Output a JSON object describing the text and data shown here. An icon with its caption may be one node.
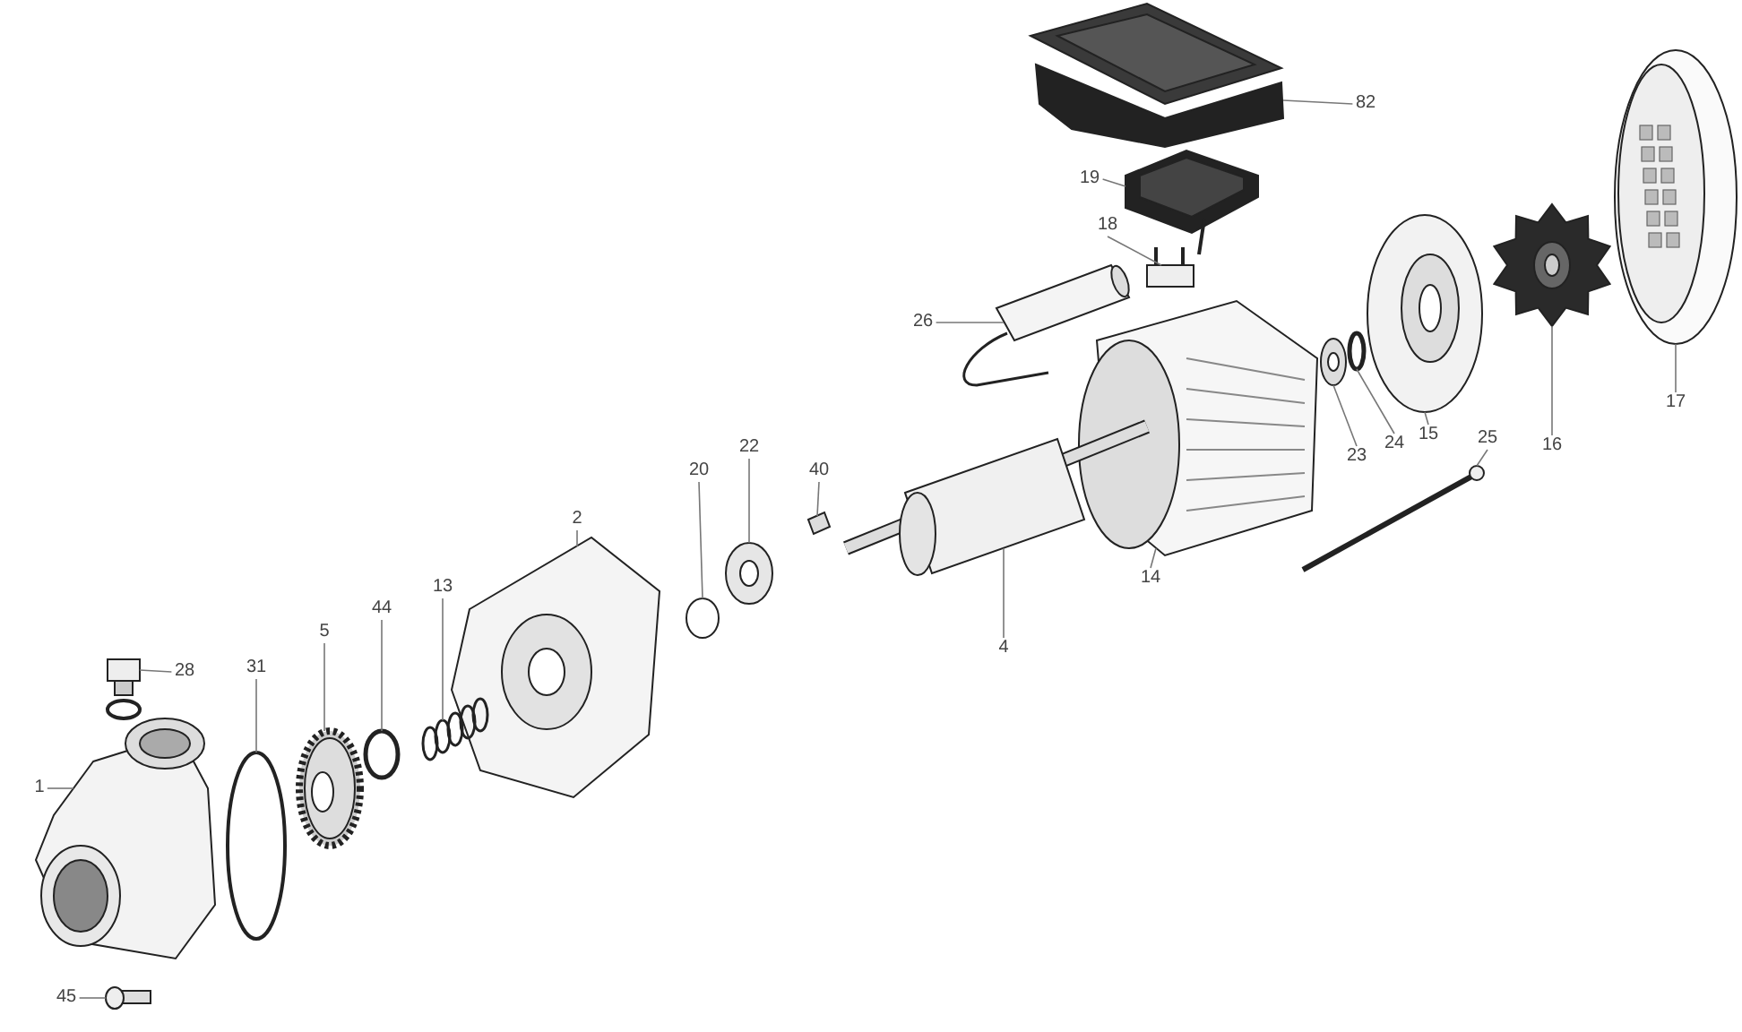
{
  "diagram": {
    "nodes": [
      {
        "text": [
          "82"
        ]
      },
      {
        "text": [],
        "shape": "picture"
      },
      {
        "text": [
          "19"
        ]
      },
      {
        "text": [],
        "shape": "picture"
      },
      {
        "text": [
          "18"
        ]
      },
      {
        "text": [],
        "shape": "picture"
      },
      {
        "text": [
          "26"
        ]
      },
      {
        "text": [],
        "shape": "picture"
      },
      {
        "text": [
          "17"
        ]
      },
      {
        "text": [],
        "shape": "picture"
      },
      {
        "text": [
          "16"
        ]
      },
      {
        "text": [],
        "shape": "picture"
      },
      {
        "text": [
          "15"
        ]
      },
      {
        "text": [],
        "shape": "picture"
      },
      {
        "text": [
          "24"
        ]
      },
      {
        "text": [],
        "shape": "circle"
      },
      {
        "text": [
          "23"
        ]
      },
      {
        "text": [],
        "shape": "picture"
      },
      {
        "text": [
          "25"
        ]
      },
      {
        "text": [],
        "shape": "picture"
      },
      {
        "text": [
          "40"
        ]
      },
      {
        "text": [],
        "shape": "picture"
      },
      {
        "text": [
          "22"
        ]
      },
      {
        "text": [],
        "shape": "picture"
      },
      {
        "text": [
          "20"
        ]
      },
      {
        "text": [],
        "shape": "circle"
      },
      {
        "text": [
          "2"
        ]
      },
      {
        "text": [],
        "shape": "picture"
      },
      {
        "text": [
          "14"
        ]
      },
      {
        "text": [],
        "shape": "picture"
      },
      {
        "text": [
          "13"
        ]
      },
      {
        "text": [],
        "shape": "picture"
      },
      {
        "text": [
          "44"
        ]
      },
      {
        "text": [],
        "shape": "circle"
      },
      {
        "text": [
          "4"
        ]
      },
      {
        "text": [],
        "shape": "picture"
      },
      {
        "text": [
          "5"
        ]
      },
      {
        "text": [],
        "shape": "picture"
      },
      {
        "text": [
          "31"
        ]
      },
      {
        "text": [],
        "shape": "circle"
      },
      {
        "text": [
          "28"
        ]
      },
      {
        "text": [],
        "shape": "picture"
      },
      {
        "text": [
          "1"
        ]
      },
      {
        "text": [],
        "shape": "picture"
      },
      {
        "text": [
          "45"
        ]
      },
      {
        "text": [],
        "shape": "picture"
      }
    ],
    "edges": [
      {
        "from": 0,
        "to": 1,
        "arrow": "none"
      },
      {
        "from": 2,
        "to": 3,
        "arrow": "none"
      },
      {
        "from": 4,
        "to": 5,
        "arrow": "none"
      },
      {
        "from": 6,
        "to": 7,
        "arrow": "none"
      },
      {
        "from": 8,
        "to": 9,
        "arrow": "none"
      },
      {
        "from": 10,
        "to": 11,
        "arrow": "none"
      },
      {
        "from": 12,
        "to": 13,
        "arrow": "none"
      },
      {
        "from": 14,
        "to": 15,
        "arrow": "none"
      },
      {
        "from": 16,
        "to": 17,
        "arrow": "none"
      },
      {
        "from": 18,
        "to": 19,
        "arrow": "none"
      },
      {
        "from": 20,
        "to": 21,
        "arrow": "none"
      },
      {
        "from": 22,
        "to": 23,
        "arrow": "none"
      },
      {
        "from": 24,
        "to": 25,
        "arrow": "none"
      },
      {
        "from": 26,
        "to": 27,
        "arrow": "none"
      },
      {
        "from": 28,
        "to": 29,
        "arrow": "none"
      },
      {
        "from": 30,
        "to": 31,
        "arrow": "none"
      },
      {
        "from": 32,
        "to": 33,
        "arrow": "none"
      },
      {
        "from": 34,
        "to": 35,
        "arrow": "none"
      },
      {
        "from": 36,
        "to": 37,
        "arrow": "none"
      },
      {
        "from": 38,
        "to": 39,
        "arrow": "none"
      },
      {
        "from": 40,
        "to": 41,
        "arrow": "none"
      },
      {
        "from": 42,
        "to": 43,
        "arrow": "none"
      },
      {
        "from": 44,
        "to": 45,
        "arrow": "none"
      }
    ]
  }
}
